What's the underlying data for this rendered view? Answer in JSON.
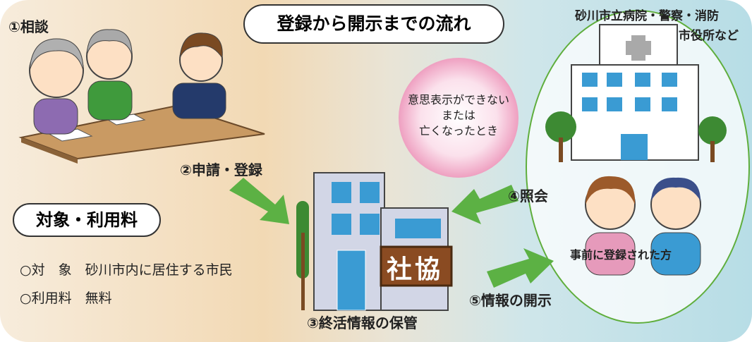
{
  "title": "登録から開示までの流れ",
  "steps": {
    "consult": "①相談",
    "apply": "②申請・登録",
    "store": "③終活情報の保管",
    "inquiry": "④照会",
    "disclose": "⑤情報の開示"
  },
  "institutions": {
    "line1": "砂川市立病院・警察・消防",
    "line2": "市役所など"
  },
  "condition": {
    "line1": "意思表示ができない",
    "line2": "または",
    "line3": "亡くなったとき"
  },
  "registered": "事前に登録された方",
  "sign": "社協",
  "eligibility": {
    "heading": "対象・利用料",
    "target_label": "○対　象",
    "target_value": "砂川市内に居住する市民",
    "fee_label": "○利用料",
    "fee_value": "無料"
  },
  "colors": {
    "arrow": "#5cb144",
    "circle": "#5fae3c",
    "sign": "#8a4b22"
  }
}
